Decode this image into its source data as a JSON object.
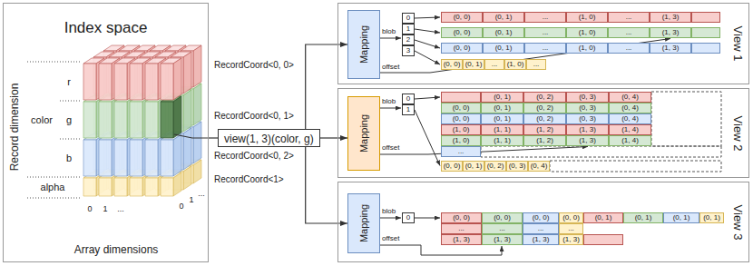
{
  "diagram": {
    "nodes": [
      {
        "text": [
          "Index space"
        ]
      },
      {
        "text": [
          "view(1, 3)(color, g)"
        ]
      },
      {
        "text": [
          "View 1"
        ]
      },
      {
        "text": [
          "Mapping"
        ],
        "in": 2
      },
      {
        "text": [
          "View 2"
        ]
      },
      {
        "text": [
          "Mapping"
        ],
        "in": 4
      },
      {
        "text": [
          "View 3"
        ]
      },
      {
        "text": [
          "Mapping"
        ],
        "in": 6
      }
    ],
    "edges": [
      {
        "from": 0,
        "to": 1,
        "arrow": "none"
      },
      {
        "from": 1,
        "to": 3,
        "arrow": "to"
      },
      {
        "from": 1,
        "to": 5,
        "arrow": "to"
      },
      {
        "from": 1,
        "to": 7,
        "arrow": "to"
      }
    ],
    "labels": [
      "Record dimension",
      "r",
      "color",
      "g",
      "b",
      "alpha",
      "Array dimensions",
      "0",
      "1",
      "...",
      "0",
      "1",
      "...",
      "RecordCoord<0, 0>",
      "RecordCoord<0, 1>",
      "RecordCoord<0, 2>",
      "RecordCoord<1>",
      "blob",
      "offset",
      "0",
      "1",
      "2",
      "3",
      "(0, 0)",
      "(0, 1)",
      "...",
      "(1, 0)",
      "...",
      "(1, 3)",
      "(0, 0)",
      "(0, 1)",
      "...",
      "(1, 0)",
      "...",
      "(1, 3)",
      "(0, 0)",
      "(0, 1)",
      "...",
      "(1, 0)",
      "...",
      "(1, 3)",
      "(0, 0)",
      "(0, 1)",
      "...",
      "(1, 0)",
      "...",
      "blob",
      "offset",
      "0",
      "1",
      "(0, 1)",
      "(0, 2)",
      "(0, 3)",
      "(0, 4)",
      "(0, 0)",
      "(0, 1)",
      "(0, 2)",
      "(0, 3)",
      "(0, 4)",
      "(0, 0)",
      "(0, 1)",
      "(0, 2)",
      "(0, 3)",
      "(0, 4)",
      "(1, 0)",
      "(1, 1)",
      "(1, 2)",
      "(1, 3)",
      "(1, 4)",
      "(1, 0)",
      "(1, 1)",
      "(1, 2)",
      "(1, 3)",
      "(1, 4)",
      "...",
      "(0, 0)",
      "(0, 1)",
      "(0, 2)",
      "(0, 3)",
      "(0, 4)",
      "blob",
      "offset",
      "0",
      "(0, 0)",
      "(0, 0)",
      "(0, 0)",
      "(0, 0)",
      "(0, 1)",
      "(0, 1)",
      "(0, 1)",
      "(0, 1)",
      "...",
      "...",
      "...",
      "...",
      "(1, 3)",
      "(1, 3)",
      "(1, 3)",
      "(1, 3)"
    ]
  }
}
